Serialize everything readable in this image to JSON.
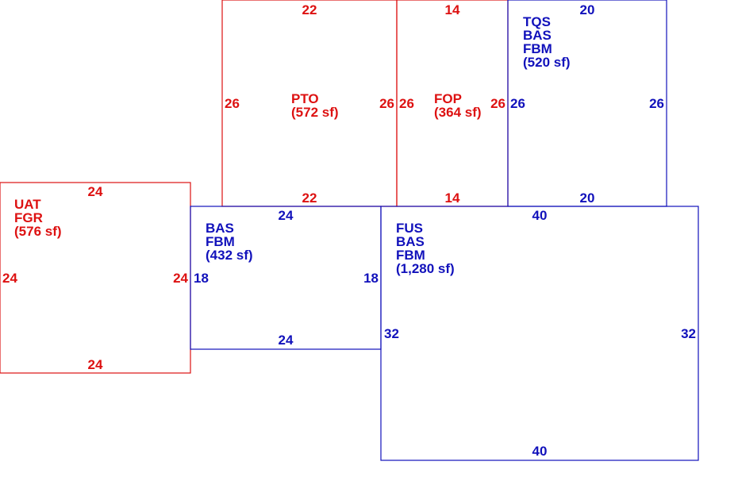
{
  "colors": {
    "red": "#dd1111",
    "blue": "#1111bb"
  },
  "areas": {
    "pto": {
      "color": "red",
      "lines": [
        "PTO",
        "(572 sf)"
      ],
      "top": "22",
      "bottom": "22",
      "left": "26",
      "right": "26"
    },
    "fop": {
      "color": "red",
      "lines": [
        "FOP",
        "(364 sf)"
      ],
      "top": "14",
      "bottom": "14",
      "left": "26",
      "right": "26"
    },
    "tqs": {
      "color": "blue",
      "lines": [
        "TQS",
        "BAS",
        "FBM",
        "(520 sf)"
      ],
      "top": "20",
      "bottom": "20",
      "left": "26",
      "right": "26"
    },
    "uat": {
      "color": "red",
      "lines": [
        "UAT",
        "FGR",
        "(576 sf)"
      ],
      "top": "24",
      "bottom": "24",
      "left": "24",
      "right": "24"
    },
    "bas": {
      "color": "blue",
      "lines": [
        "BAS",
        "FBM",
        "(432 sf)"
      ],
      "top": "24",
      "bottom": "24",
      "left": "18",
      "right": "18"
    },
    "fus": {
      "color": "blue",
      "lines": [
        "FUS",
        "BAS",
        "FBM",
        "(1,280 sf)"
      ],
      "top": "40",
      "bottom": "40",
      "left": "32",
      "right": "32"
    }
  }
}
